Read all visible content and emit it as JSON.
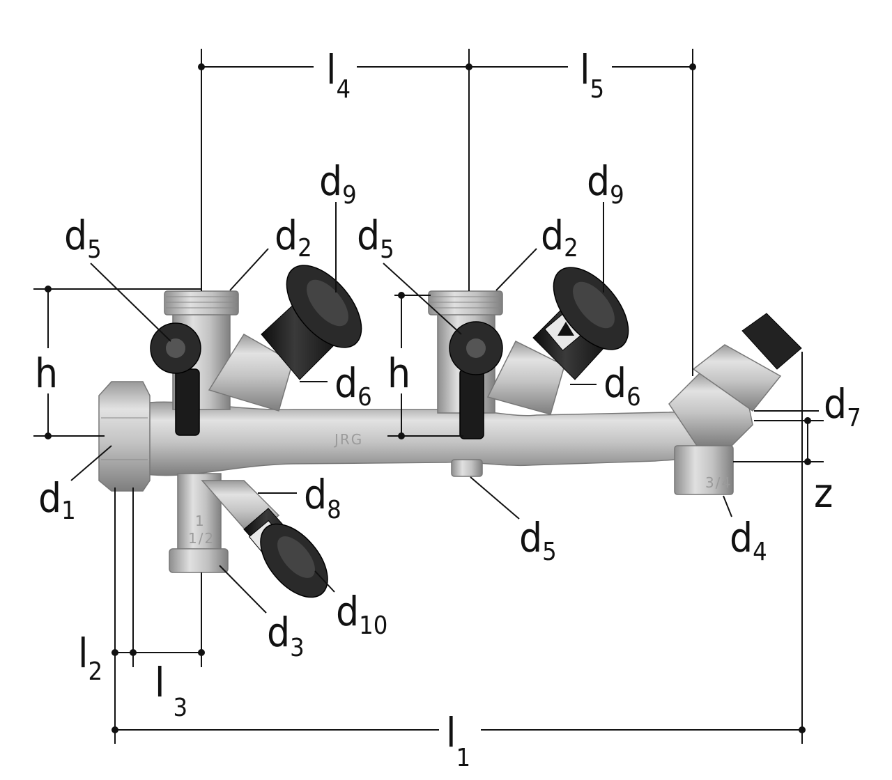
{
  "labels": {
    "l4": {
      "base": "l",
      "sub": "4"
    },
    "l5": {
      "base": "l",
      "sub": "5"
    },
    "l1": {
      "base": "l",
      "sub": "1"
    },
    "l2": {
      "base": "l",
      "sub": "2"
    },
    "l3": {
      "base": "l",
      "sub": "3"
    },
    "h_left": "h",
    "h_mid": "h",
    "z": "z",
    "d1": {
      "base": "d",
      "sub": "1"
    },
    "d2_left": {
      "base": "d",
      "sub": "2"
    },
    "d2_right": {
      "base": "d",
      "sub": "2"
    },
    "d3": {
      "base": "d",
      "sub": "3"
    },
    "d4": {
      "base": "d",
      "sub": "4"
    },
    "d5_left": {
      "base": "d",
      "sub": "5"
    },
    "d5_mid": {
      "base": "d",
      "sub": "5"
    },
    "d5_bottom": {
      "base": "d",
      "sub": "5"
    },
    "d6_left": {
      "base": "d",
      "sub": "6"
    },
    "d6_right": {
      "base": "d",
      "sub": "6"
    },
    "d7": {
      "base": "d",
      "sub": "7"
    },
    "d8": {
      "base": "d",
      "sub": "8"
    },
    "d9_left": {
      "base": "d",
      "sub": "9"
    },
    "d9_right": {
      "base": "d",
      "sub": "9"
    },
    "d10": {
      "base": "d",
      "sub": "10"
    }
  },
  "castings": {
    "brand": "JRG",
    "size_a": "1",
    "size_b": "1/2",
    "size_c": "3/4"
  },
  "colors": {
    "metal_light": "#d9d9d9",
    "metal_dark": "#8c8c8c",
    "handwheel": "#1f1f1f",
    "line": "#111111"
  }
}
